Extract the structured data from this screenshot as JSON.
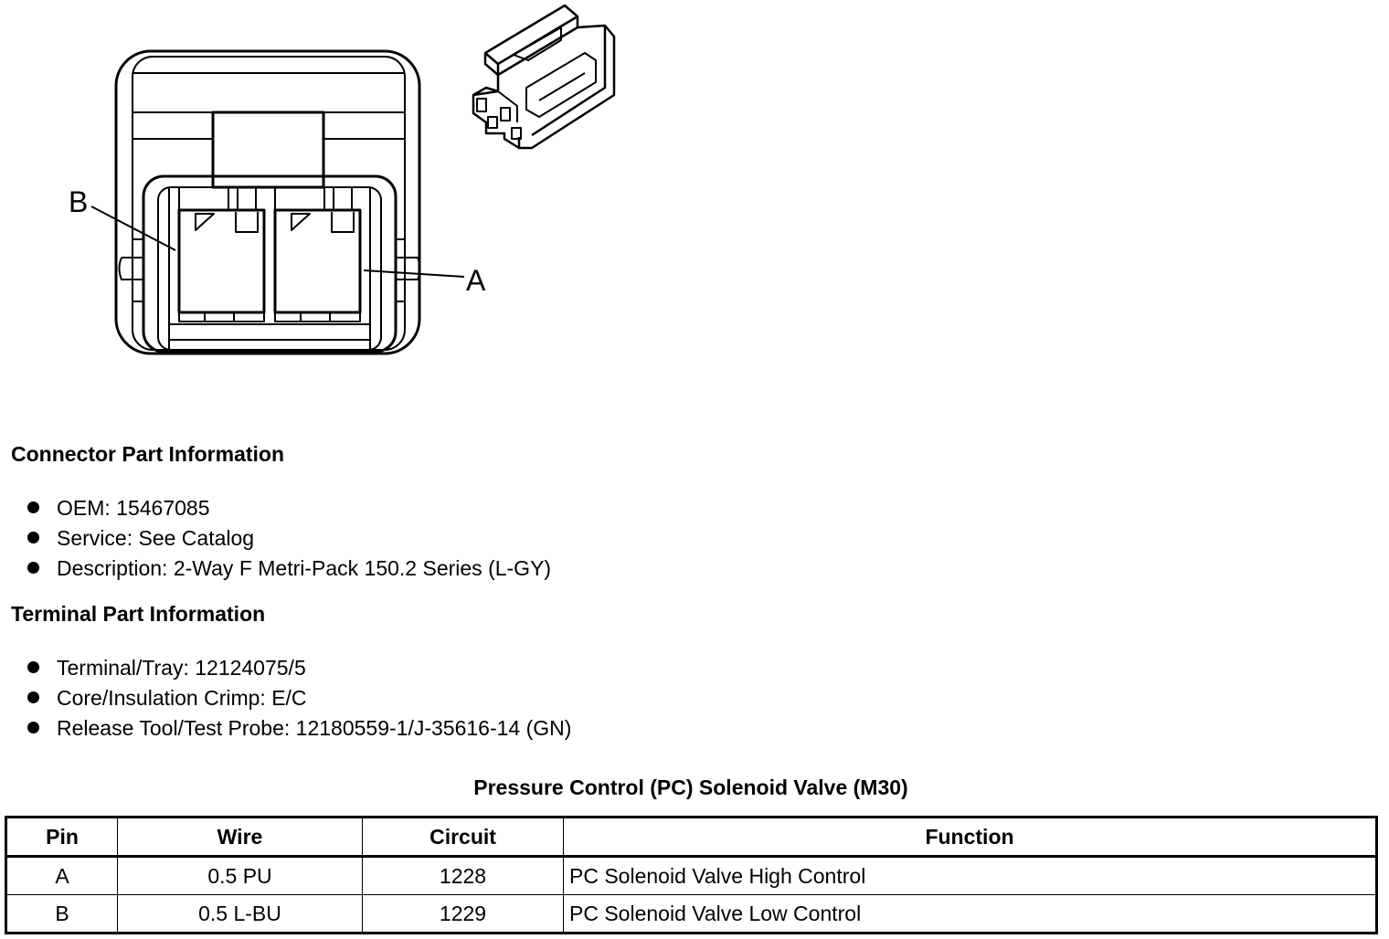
{
  "diagram": {
    "label_b": "B",
    "label_a": "A"
  },
  "connector_info": {
    "heading": "Connector Part Information",
    "items": [
      "OEM: 15467085",
      "Service: See Catalog",
      "Description: 2-Way F Metri-Pack 150.2 Series (L-GY)"
    ]
  },
  "terminal_info": {
    "heading": "Terminal Part Information",
    "items": [
      "Terminal/Tray: 12124075/5",
      "Core/Insulation Crimp: E/C",
      "Release Tool/Test Probe: 12180559-1/J-35616-14 (GN)"
    ]
  },
  "table": {
    "title": "Pressure Control (PC) Solenoid Valve (M30)",
    "headers": [
      "Pin",
      "Wire",
      "Circuit",
      "Function"
    ],
    "rows": [
      [
        "A",
        "0.5 PU",
        "1228",
        "PC Solenoid Valve High Control"
      ],
      [
        "B",
        "0.5 L-BU",
        "1229",
        "PC Solenoid Valve Low Control"
      ]
    ]
  }
}
